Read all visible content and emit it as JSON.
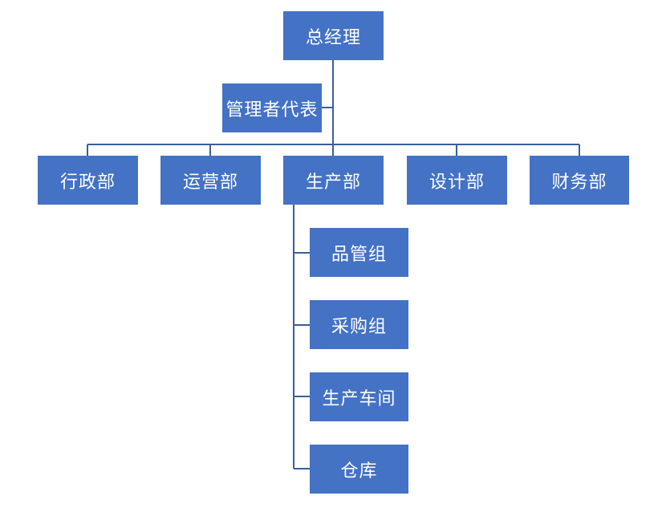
{
  "org_chart": {
    "top": "总经理",
    "assistant": "管理者代表",
    "departments": [
      "行政部",
      "运营部",
      "生产部",
      "设计部",
      "财务部"
    ],
    "production_subunits": [
      "品管组",
      "采购组",
      "生产车间",
      "仓库"
    ]
  },
  "colors": {
    "box_fill": "#4472c4",
    "box_text": "#ffffff",
    "connector": "#3b5f98"
  }
}
